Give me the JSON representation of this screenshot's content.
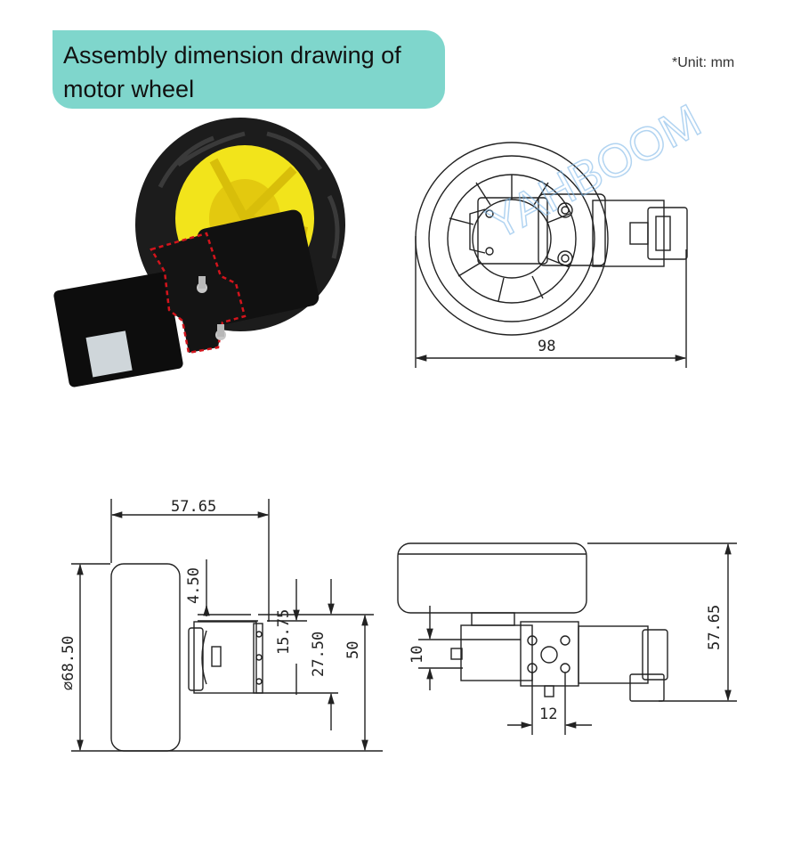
{
  "header": {
    "title": "Assembly dimension drawing of motor wheel",
    "unit_note": "*Unit: mm"
  },
  "colors": {
    "title_bg": "#7fd6cc",
    "tire": "#1c1c1c",
    "hub": "#f2e41b",
    "highlight_outline": "#d3141c",
    "line": "#222222"
  },
  "watermark": "YAHBOOM",
  "dimensions": {
    "top_view_width": "98",
    "side_width": "57.65",
    "diameter": "∅68.50",
    "bracket_offset": "4.50",
    "bracket_height": "15.75",
    "mount_height": "27.50",
    "total_height": "50",
    "front_height": "57.65",
    "shaft_offset": "10",
    "hole_spacing": "12"
  }
}
